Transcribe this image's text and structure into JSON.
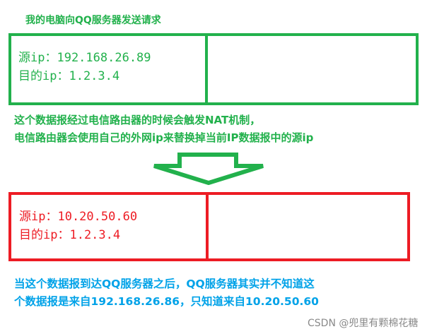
{
  "caption_top": "我的电脑向QQ服务器发送请求",
  "packet_before": {
    "src_line": "源ip：192.168.26.89",
    "dst_line": "目的ip：1.2.3.4"
  },
  "nat_explanation": {
    "line1": "这个数据报经过电信路由器的时候会触发NAT机制，",
    "line2": "电信路由器会使用自己的外网ip来替换掉当前IP数据报中的源ip"
  },
  "packet_after": {
    "src_line": "源ip：10.20.50.60",
    "dst_line": "目的ip：1.2.3.4"
  },
  "server_explanation": {
    "line1": "当这个数据报到达QQ服务器之后，QQ服务器其实并不知道这",
    "line2": "个数据报是来自192.168.26.86，只知道来自10.20.50.60"
  },
  "watermark": "CSDN @兜里有颗棉花糖",
  "colors": {
    "green": "#22b14c",
    "red": "#ed1c24",
    "blue": "#00a2e8"
  }
}
